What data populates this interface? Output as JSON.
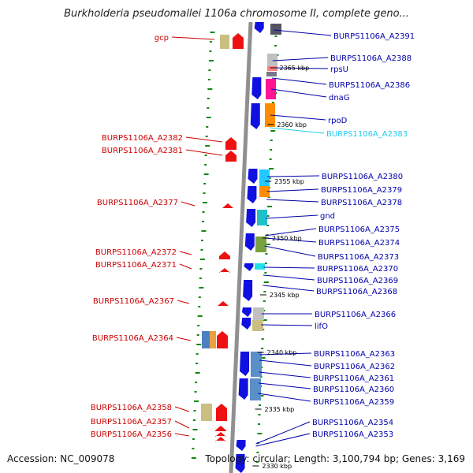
{
  "title": "Burkholderia pseudomallei 1106a chromosome II, complete geno...",
  "accession": "Accession: NC_009078",
  "topology": "Topology: circular; Length: 3,100,794 bp; Genes: 3,169",
  "colors": {
    "forward_arrow": "#1010e0",
    "reverse_arrow": "#ee1111",
    "backbone": "#909090",
    "forward_label": "#0000aa",
    "reverse_label": "#cc0000",
    "highlight_label": "#22ccee",
    "gc_tick": "#118811"
  },
  "kbp_ticks": [
    "2365 kbp",
    "2360 kbp",
    "2355 kbp",
    "2350 kbp",
    "2345 kbp",
    "2340 kbp",
    "2335 kbp",
    "2330 kbp"
  ],
  "right_labels": [
    {
      "text": "BURPS1106A_A2391"
    },
    {
      "text": "BURPS1106A_A2388"
    },
    {
      "text": "rpsU"
    },
    {
      "text": "BURPS1106A_A2386"
    },
    {
      "text": "dnaG"
    },
    {
      "text": "rpoD"
    },
    {
      "text": "BURPS1106A_A2383",
      "highlight": true
    },
    {
      "text": "BURPS1106A_A2380"
    },
    {
      "text": "BURPS1106A_A2379"
    },
    {
      "text": "BURPS1106A_A2378"
    },
    {
      "text": "gnd"
    },
    {
      "text": "BURPS1106A_A2375"
    },
    {
      "text": "BURPS1106A_A2374"
    },
    {
      "text": "BURPS1106A_A2373"
    },
    {
      "text": "BURPS1106A_A2370"
    },
    {
      "text": "BURPS1106A_A2369"
    },
    {
      "text": "BURPS1106A_A2368"
    },
    {
      "text": "BURPS1106A_A2366"
    },
    {
      "text": "lifO"
    },
    {
      "text": "BURPS1106A_A2363"
    },
    {
      "text": "BURPS1106A_A2362"
    },
    {
      "text": "BURPS1106A_A2361"
    },
    {
      "text": "BURPS1106A_A2360"
    },
    {
      "text": "BURPS1106A_A2359"
    },
    {
      "text": "BURPS1106A_A2354"
    },
    {
      "text": "BURPS1106A_A2353"
    }
  ],
  "left_labels": [
    {
      "text": "gcp"
    },
    {
      "text": "BURPS1106A_A2382"
    },
    {
      "text": "BURPS1106A_A2381"
    },
    {
      "text": "BURPS1106A_A2377"
    },
    {
      "text": "BURPS1106A_A2372"
    },
    {
      "text": "BURPS1106A_A2371"
    },
    {
      "text": "BURPS1106A_A2367"
    },
    {
      "text": "BURPS1106A_A2364"
    },
    {
      "text": "BURPS1106A_A2358"
    },
    {
      "text": "BURPS1106A_A2357"
    },
    {
      "text": "BURPS1106A_A2356"
    }
  ]
}
